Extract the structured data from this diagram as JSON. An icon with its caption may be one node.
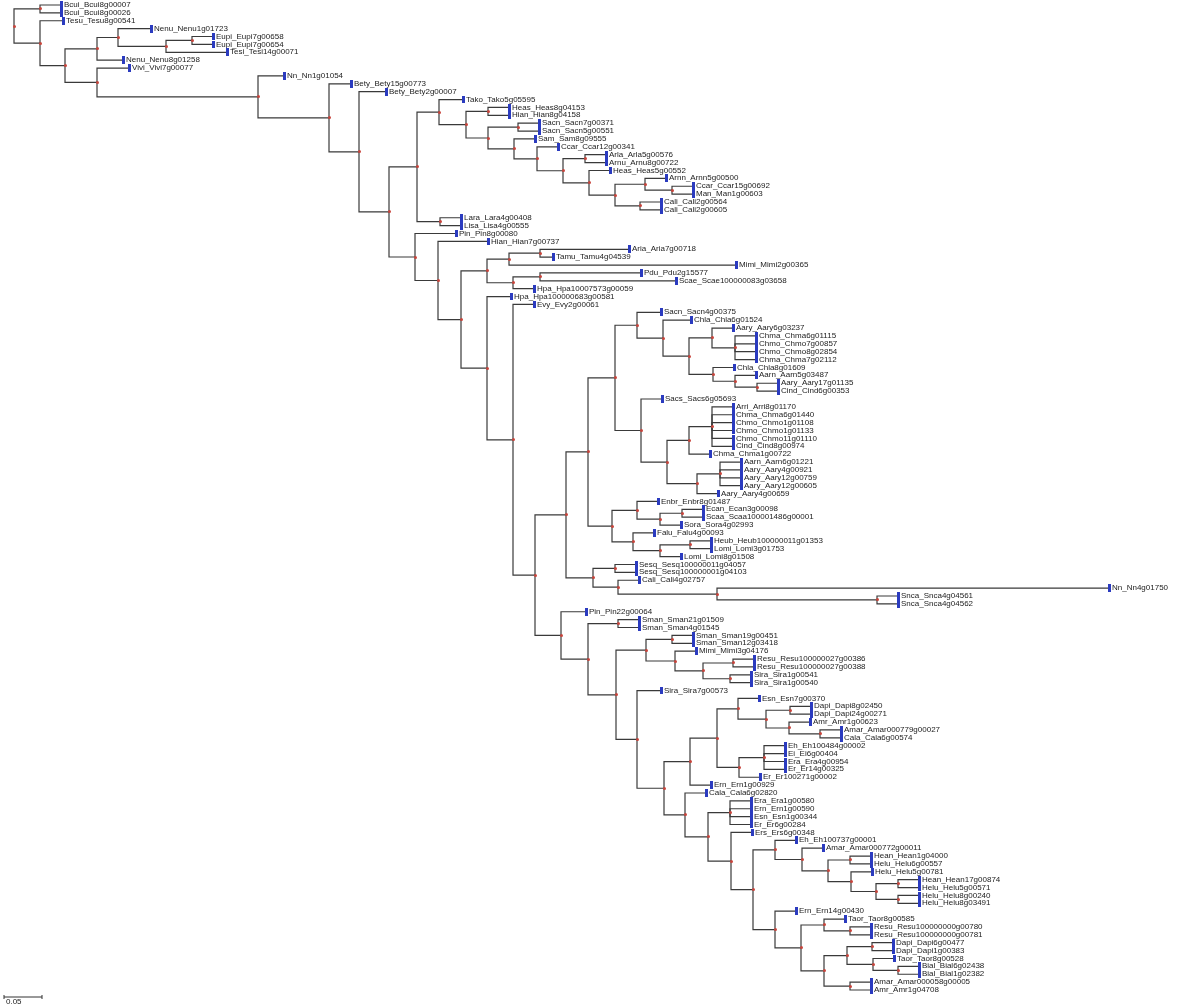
{
  "diagram": {
    "nodes": [
      {
        "text": [],
        "shape": "circle"
      },
      {
        "text": [],
        "shape": "circle"
      },
      {
        "text": [
          "Bcui_Bcui8g00007"
        ]
      },
      {
        "text": [
          "Bcui_Bcui8g00026"
        ]
      },
      {
        "text": [],
        "shape": "circle"
      },
      {
        "text": [
          "Tesu_Tesu8g00541"
        ]
      },
      {
        "text": [],
        "shape": "circle"
      },
      {
        "text": [],
        "shape": "circle"
      },
      {
        "text": [],
        "shape": "circle"
      },
      {
        "text": [
          "Nenu_Nenu1g01723"
        ]
      },
      {
        "text": [],
        "shape": "circle"
      },
      {
        "text": [],
        "shape": "circle"
      },
      {
        "text": [
          "Eupi_Eupi7g00658"
        ]
      },
      {
        "text": [
          "Eupi_Eupi7g00654"
        ]
      },
      {
        "text": [
          "Tesi_Tesi14g00071"
        ]
      },
      {
        "text": [
          "Nenu_Nenu8g01258"
        ]
      },
      {
        "text": [],
        "shape": "circle"
      },
      {
        "text": [
          "Vivi_Vivi7g00077"
        ]
      },
      {
        "text": [],
        "shape": "circle"
      },
      {
        "text": [
          "Nn_Nn1g01054"
        ]
      },
      {
        "text": [],
        "shape": "circle"
      },
      {
        "text": [
          "Bety_Bety15g00773"
        ]
      },
      {
        "text": [],
        "shape": "circle"
      },
      {
        "text": [
          "Bety_Bety2g00007"
        ]
      },
      {
        "text": [],
        "shape": "circle"
      },
      {
        "text": [],
        "shape": "circle"
      },
      {
        "text": [],
        "shape": "circle"
      },
      {
        "text": [
          "Tako_Tako5g05595"
        ]
      },
      {
        "text": [],
        "shape": "circle"
      },
      {
        "text": [],
        "shape": "circle"
      },
      {
        "text": [
          "Heas_Heas8g04153"
        ]
      },
      {
        "text": [
          "Hian_Hian8g04158"
        ]
      },
      {
        "text": [],
        "shape": "circle"
      },
      {
        "text": [],
        "shape": "circle"
      },
      {
        "text": [
          "Sacn_Sacn7g00371"
        ]
      },
      {
        "text": [
          "Sacn_Sacn5g00551"
        ]
      },
      {
        "text": [],
        "shape": "circle"
      },
      {
        "text": [
          "Sam_Sam8g09555"
        ]
      },
      {
        "text": [],
        "shape": "circle"
      },
      {
        "text": [
          "Ccar_Ccar12g00341"
        ]
      },
      {
        "text": [],
        "shape": "circle"
      },
      {
        "text": [],
        "shape": "circle"
      },
      {
        "text": [
          "Arla_Arla5g00576"
        ]
      },
      {
        "text": [
          "Arnu_Arnu8g00722"
        ]
      },
      {
        "text": [],
        "shape": "circle"
      },
      {
        "text": [
          "Heas_Heas5g00552"
        ]
      },
      {
        "text": [],
        "shape": "circle"
      },
      {
        "text": [],
        "shape": "circle"
      },
      {
        "text": [
          "Arnn_Arnn5g00500"
        ]
      },
      {
        "text": [],
        "shape": "circle"
      },
      {
        "text": [
          "Ccar_Ccar15g00692"
        ]
      },
      {
        "text": [
          "Man_Man1g00603"
        ]
      },
      {
        "text": [],
        "shape": "circle"
      },
      {
        "text": [
          "Cali_Cali2g00564"
        ]
      },
      {
        "text": [
          "Cali_Cali2g00605"
        ]
      },
      {
        "text": [],
        "shape": "circle"
      },
      {
        "text": [
          "Lara_Lara4g00408"
        ]
      },
      {
        "text": [
          "Lisa_Lisa4g00555"
        ]
      },
      {
        "text": [],
        "shape": "circle"
      },
      {
        "text": [
          "Pin_Pin8g00080"
        ]
      },
      {
        "text": [],
        "shape": "circle"
      },
      {
        "text": [
          "Hian_Hian7g00737"
        ]
      },
      {
        "text": [],
        "shape": "circle"
      },
      {
        "text": [],
        "shape": "circle"
      },
      {
        "text": [],
        "shape": "circle"
      },
      {
        "text": [],
        "shape": "circle"
      },
      {
        "text": [
          "Aria_Aria7g00718"
        ]
      },
      {
        "text": [
          "Tamu_Tamu4g04539"
        ]
      },
      {
        "text": [
          "Mimi_Mimi2g00365"
        ]
      },
      {
        "text": [],
        "shape": "circle"
      },
      {
        "text": [],
        "shape": "circle"
      },
      {
        "text": [
          "Pdu_Pdu2g15577"
        ]
      },
      {
        "text": [
          "Scae_Scae100000083g03658"
        ]
      },
      {
        "text": [
          "Hpa_Hpa10007573g00059"
        ]
      },
      {
        "text": [],
        "shape": "circle"
      },
      {
        "text": [
          "Hpa_Hpa100000683g00581"
        ]
      },
      {
        "text": [],
        "shape": "circle"
      },
      {
        "text": [
          "Evy_Evy2g00061"
        ]
      },
      {
        "text": [],
        "shape": "circle"
      },
      {
        "text": [],
        "shape": "circle"
      },
      {
        "text": [],
        "shape": "circle"
      },
      {
        "text": [],
        "shape": "circle"
      },
      {
        "text": [],
        "shape": "circle"
      },
      {
        "text": [
          "Sacn_Sacn4g00375"
        ]
      },
      {
        "text": [],
        "shape": "circle"
      },
      {
        "text": [
          "Chla_Chla6g01524"
        ]
      },
      {
        "text": [],
        "shape": "circle"
      },
      {
        "text": [],
        "shape": "circle"
      },
      {
        "text": [
          "Aary_Aary6g03237"
        ]
      },
      {
        "text": [],
        "shape": "circle"
      },
      {
        "text": [
          "Chma_Chma6g01115"
        ]
      },
      {
        "text": [
          "Chmo_Chmo7g00857"
        ]
      },
      {
        "text": [
          "Chmo_Chmo8g02854"
        ]
      },
      {
        "text": [
          "Chma_Chma7g02112"
        ]
      },
      {
        "text": [],
        "shape": "circle"
      },
      {
        "text": [
          "Chla_Chla8g01609"
        ]
      },
      {
        "text": [],
        "shape": "circle"
      },
      {
        "text": [
          "Aarn_Aarn5g03487"
        ]
      },
      {
        "text": [],
        "shape": "circle"
      },
      {
        "text": [
          "Aary_Aary17g01135"
        ]
      },
      {
        "text": [
          "Cind_Cind6g00353"
        ]
      },
      {
        "text": [],
        "shape": "circle"
      },
      {
        "text": [
          "Sacs_Sacs6g05693"
        ]
      },
      {
        "text": [],
        "shape": "circle"
      },
      {
        "text": [],
        "shape": "circle"
      },
      {
        "text": [],
        "shape": "circle"
      },
      {
        "text": [
          "Arri_Arri8g01170"
        ]
      },
      {
        "text": [
          "Chma_Chma6g01440"
        ]
      },
      {
        "text": [
          "Chmo_Chmo1g01108"
        ]
      },
      {
        "text": [
          "Chmo_Chmo1g01133"
        ]
      },
      {
        "text": [
          "Chmo_Chmo11g01110"
        ]
      },
      {
        "text": [
          "Cind_Cind8g00974"
        ]
      },
      {
        "text": [
          "Chma_Chma1g00722"
        ]
      },
      {
        "text": [],
        "shape": "circle"
      },
      {
        "text": [],
        "shape": "circle"
      },
      {
        "text": [
          "Aarn_Aarn6g01221"
        ]
      },
      {
        "text": [
          "Aary_Aary4g00921"
        ]
      },
      {
        "text": [
          "Aary_Aary12g00759"
        ]
      },
      {
        "text": [
          "Aary_Aary12g00605"
        ]
      },
      {
        "text": [
          "Aary_Aary4g00659"
        ]
      },
      {
        "text": [],
        "shape": "circle"
      },
      {
        "text": [],
        "shape": "circle"
      },
      {
        "text": [
          "Enbr_Enbr8g01487"
        ]
      },
      {
        "text": [],
        "shape": "circle"
      },
      {
        "text": [],
        "shape": "circle"
      },
      {
        "text": [
          "Ecan_Ecan3g00098"
        ]
      },
      {
        "text": [
          "Scaa_Scaa100001486g00001"
        ]
      },
      {
        "text": [
          "Sora_Sora4g02993"
        ]
      },
      {
        "text": [],
        "shape": "circle"
      },
      {
        "text": [
          "Falu_Falu4g00093"
        ]
      },
      {
        "text": [],
        "shape": "circle"
      },
      {
        "text": [],
        "shape": "circle"
      },
      {
        "text": [
          "Heub_Heub100000011g01353"
        ]
      },
      {
        "text": [
          "Lomi_Lomi3g01753"
        ]
      },
      {
        "text": [
          "Lomi_Lomi8g01508"
        ]
      },
      {
        "text": [],
        "shape": "circle"
      },
      {
        "text": [],
        "shape": "circle"
      },
      {
        "text": [
          "Sesq_Sesq100000011g04057"
        ]
      },
      {
        "text": [
          "Sesq_Sesq100000001g04103"
        ]
      },
      {
        "text": [],
        "shape": "circle"
      },
      {
        "text": [
          "Cali_Cali4g02757"
        ]
      },
      {
        "text": [],
        "shape": "circle"
      },
      {
        "text": [
          "Nn_Nn4g01750"
        ]
      },
      {
        "text": [],
        "shape": "circle"
      },
      {
        "text": [
          "Snca_Snca4g04561"
        ]
      },
      {
        "text": [
          "Snca_Snca4g04562"
        ]
      },
      {
        "text": [],
        "shape": "circle"
      },
      {
        "text": [
          "Pin_Pin22g00064"
        ]
      },
      {
        "text": [],
        "shape": "circle"
      },
      {
        "text": [],
        "shape": "circle"
      },
      {
        "text": [
          "Sman_Sman21g01509"
        ]
      },
      {
        "text": [
          "Sman_Sman4g01545"
        ]
      },
      {
        "text": [],
        "shape": "circle"
      },
      {
        "text": [],
        "shape": "circle"
      },
      {
        "text": [],
        "shape": "circle"
      },
      {
        "text": [
          "Sman_Sman19g00451"
        ]
      },
      {
        "text": [
          "Sman_Sman12g03418"
        ]
      },
      {
        "text": [],
        "shape": "circle"
      },
      {
        "text": [
          "Mimi_Mimi3g04176"
        ]
      },
      {
        "text": [],
        "shape": "circle"
      },
      {
        "text": [],
        "shape": "circle"
      },
      {
        "text": [
          "Resu_Resu100000027g00386"
        ]
      },
      {
        "text": [
          "Resu_Resu100000027g00388"
        ]
      },
      {
        "text": [],
        "shape": "circle"
      },
      {
        "text": [
          "Sira_Sira1g00541"
        ]
      },
      {
        "text": [
          "Sira_Sira1g00540"
        ]
      },
      {
        "text": [],
        "shape": "circle"
      },
      {
        "text": [
          "Sira_Sira7g00573"
        ]
      },
      {
        "text": [],
        "shape": "circle"
      },
      {
        "text": [],
        "shape": "circle"
      },
      {
        "text": [],
        "shape": "circle"
      },
      {
        "text": [],
        "shape": "circle"
      },
      {
        "text": [
          "Esn_Esn7g00370"
        ]
      },
      {
        "text": [],
        "shape": "circle"
      },
      {
        "text": [],
        "shape": "circle"
      },
      {
        "text": [
          "Dapi_Dapi8g02450"
        ]
      },
      {
        "text": [
          "Dapi_Dapi24g00271"
        ]
      },
      {
        "text": [],
        "shape": "circle"
      },
      {
        "text": [
          "Amr_Amr1g00623"
        ]
      },
      {
        "text": [],
        "shape": "circle"
      },
      {
        "text": [
          "Amar_Amar000779g00027"
        ]
      },
      {
        "text": [
          "Cala_Cala6g00574"
        ]
      },
      {
        "text": [],
        "shape": "circle"
      },
      {
        "text": [],
        "shape": "circle"
      },
      {
        "text": [
          "Eh_Eh100484g00002"
        ]
      },
      {
        "text": [
          "Ei_Ei6g00404"
        ]
      },
      {
        "text": [
          "Era_Era4g00954"
        ]
      },
      {
        "text": [
          "Er_Er14g00325"
        ]
      },
      {
        "text": [
          "Er_Er100271g00002"
        ]
      },
      {
        "text": [
          "Ern_Ern1g00929"
        ]
      },
      {
        "text": [],
        "shape": "circle"
      },
      {
        "text": [
          "Cala_Cala6g02820"
        ]
      },
      {
        "text": [],
        "shape": "circle"
      },
      {
        "text": [],
        "shape": "circle"
      },
      {
        "text": [
          "Era_Era1g00580"
        ]
      },
      {
        "text": [
          "Ern_Ern1g00590"
        ]
      },
      {
        "text": [
          "Esn_Esn1g00344"
        ]
      },
      {
        "text": [
          "Er_Er6g00284"
        ]
      },
      {
        "text": [],
        "shape": "circle"
      },
      {
        "text": [
          "Ers_Ers6g00348"
        ]
      },
      {
        "text": [],
        "shape": "circle"
      },
      {
        "text": [],
        "shape": "circle"
      },
      {
        "text": [
          "Eh_Eh100737g00001"
        ]
      },
      {
        "text": [],
        "shape": "circle"
      },
      {
        "text": [
          "Amar_Amar000772g00011"
        ]
      },
      {
        "text": [],
        "shape": "circle"
      },
      {
        "text": [],
        "shape": "circle"
      },
      {
        "text": [
          "Hean_Hean1g04000"
        ]
      },
      {
        "text": [
          "Helu_Helu6g00557"
        ]
      },
      {
        "text": [],
        "shape": "circle"
      },
      {
        "text": [
          "Helu_Helu5g00781"
        ]
      },
      {
        "text": [],
        "shape": "circle"
      },
      {
        "text": [],
        "shape": "circle"
      },
      {
        "text": [
          "Hean_Hean17g00874"
        ]
      },
      {
        "text": [
          "Helu_Helu5g00571"
        ]
      },
      {
        "text": [],
        "shape": "circle"
      },
      {
        "text": [
          "Helu_Helu8g00240"
        ]
      },
      {
        "text": [
          "Helu_Helu8g03491"
        ]
      },
      {
        "text": [],
        "shape": "circle"
      },
      {
        "text": [
          "Ern_Ern14g00430"
        ]
      },
      {
        "text": [],
        "shape": "circle"
      },
      {
        "text": [],
        "shape": "circle"
      },
      {
        "text": [
          "Taor_Taor8g00585"
        ]
      },
      {
        "text": [],
        "shape": "circle"
      },
      {
        "text": [
          "Resu_Resu100000000g00780"
        ]
      },
      {
        "text": [
          "Resu_Resu100000000g00781"
        ]
      },
      {
        "text": [],
        "shape": "circle"
      },
      {
        "text": [],
        "shape": "circle"
      },
      {
        "text": [],
        "shape": "circle"
      },
      {
        "text": [
          "Dapi_Dapi6g00477"
        ]
      },
      {
        "text": [
          "Dapi_Dapi1g00383"
        ]
      },
      {
        "text": [],
        "shape": "circle"
      },
      {
        "text": [
          "Taor_Taor8g00528"
        ]
      },
      {
        "text": [],
        "shape": "circle"
      },
      {
        "text": [
          "Bial_Bial6g02438"
        ]
      },
      {
        "text": [
          "Bial_Bial1g02382"
        ]
      },
      {
        "text": [],
        "shape": "circle"
      },
      {
        "text": [
          "Amar_Amar000058g00005"
        ]
      },
      {
        "text": [
          "Amr_Amr1g04708"
        ]
      }
    ],
    "edges": [
      {
        "from": 0,
        "to": 1,
        "arrow": "none"
      },
      {
        "from": 1,
        "to": 2,
        "arrow": "none"
      },
      {
        "from": 1,
        "to": 3,
        "arrow": "none"
      },
      {
        "from": 0,
        "to": 4,
        "arrow": "none"
      },
      {
        "from": 4,
        "to": 5,
        "arrow": "none"
      },
      {
        "from": 4,
        "to": 6,
        "arrow": "none"
      },
      {
        "from": 6,
        "to": 7,
        "arrow": "none"
      },
      {
        "from": 7,
        "to": 8,
        "arrow": "none"
      },
      {
        "from": 8,
        "to": 9,
        "arrow": "none"
      },
      {
        "from": 8,
        "to": 10,
        "arrow": "none"
      },
      {
        "from": 10,
        "to": 11,
        "arrow": "none"
      },
      {
        "from": 11,
        "to": 12,
        "arrow": "none"
      },
      {
        "from": 11,
        "to": 13,
        "arrow": "none"
      },
      {
        "from": 10,
        "to": 14,
        "arrow": "none"
      },
      {
        "from": 7,
        "to": 15,
        "arrow": "none"
      },
      {
        "from": 6,
        "to": 16,
        "arrow": "none"
      },
      {
        "from": 16,
        "to": 17,
        "arrow": "none"
      },
      {
        "from": 16,
        "to": 18,
        "arrow": "none"
      },
      {
        "from": 18,
        "to": 19,
        "arrow": "none"
      },
      {
        "from": 18,
        "to": 20,
        "arrow": "none"
      },
      {
        "from": 20,
        "to": 21,
        "arrow": "none"
      },
      {
        "from": 20,
        "to": 22,
        "arrow": "none"
      },
      {
        "from": 22,
        "to": 23,
        "arrow": "none"
      },
      {
        "from": 22,
        "to": 24,
        "arrow": "none"
      },
      {
        "from": 24,
        "to": 25,
        "arrow": "none"
      },
      {
        "from": 25,
        "to": 26,
        "arrow": "none"
      },
      {
        "from": 26,
        "to": 27,
        "arrow": "none"
      },
      {
        "from": 26,
        "to": 28,
        "arrow": "none"
      },
      {
        "from": 28,
        "to": 29,
        "arrow": "none"
      },
      {
        "from": 29,
        "to": 30,
        "arrow": "none"
      },
      {
        "from": 29,
        "to": 31,
        "arrow": "none"
      },
      {
        "from": 28,
        "to": 32,
        "arrow": "none"
      },
      {
        "from": 32,
        "to": 33,
        "arrow": "none"
      },
      {
        "from": 33,
        "to": 34,
        "arrow": "none"
      },
      {
        "from": 33,
        "to": 35,
        "arrow": "none"
      },
      {
        "from": 32,
        "to": 36,
        "arrow": "none"
      },
      {
        "from": 36,
        "to": 37,
        "arrow": "none"
      },
      {
        "from": 36,
        "to": 38,
        "arrow": "none"
      },
      {
        "from": 38,
        "to": 39,
        "arrow": "none"
      },
      {
        "from": 38,
        "to": 40,
        "arrow": "none"
      },
      {
        "from": 40,
        "to": 41,
        "arrow": "none"
      },
      {
        "from": 41,
        "to": 42,
        "arrow": "none"
      },
      {
        "from": 41,
        "to": 43,
        "arrow": "none"
      },
      {
        "from": 40,
        "to": 44,
        "arrow": "none"
      },
      {
        "from": 44,
        "to": 45,
        "arrow": "none"
      },
      {
        "from": 44,
        "to": 46,
        "arrow": "none"
      },
      {
        "from": 46,
        "to": 47,
        "arrow": "none"
      },
      {
        "from": 47,
        "to": 48,
        "arrow": "none"
      },
      {
        "from": 47,
        "to": 49,
        "arrow": "none"
      },
      {
        "from": 49,
        "to": 50,
        "arrow": "none"
      },
      {
        "from": 49,
        "to": 51,
        "arrow": "none"
      },
      {
        "from": 46,
        "to": 52,
        "arrow": "none"
      },
      {
        "from": 52,
        "to": 53,
        "arrow": "none"
      },
      {
        "from": 52,
        "to": 54,
        "arrow": "none"
      },
      {
        "from": 25,
        "to": 55,
        "arrow": "none"
      },
      {
        "from": 55,
        "to": 56,
        "arrow": "none"
      },
      {
        "from": 55,
        "to": 57,
        "arrow": "none"
      },
      {
        "from": 24,
        "to": 58,
        "arrow": "none"
      },
      {
        "from": 58,
        "to": 59,
        "arrow": "none"
      },
      {
        "from": 58,
        "to": 60,
        "arrow": "none"
      },
      {
        "from": 60,
        "to": 61,
        "arrow": "none"
      },
      {
        "from": 60,
        "to": 62,
        "arrow": "none"
      },
      {
        "from": 62,
        "to": 63,
        "arrow": "none"
      },
      {
        "from": 63,
        "to": 64,
        "arrow": "none"
      },
      {
        "from": 64,
        "to": 65,
        "arrow": "none"
      },
      {
        "from": 65,
        "to": 66,
        "arrow": "none"
      },
      {
        "from": 65,
        "to": 67,
        "arrow": "none"
      },
      {
        "from": 64,
        "to": 68,
        "arrow": "none"
      },
      {
        "from": 63,
        "to": 69,
        "arrow": "none"
      },
      {
        "from": 69,
        "to": 70,
        "arrow": "none"
      },
      {
        "from": 70,
        "to": 71,
        "arrow": "none"
      },
      {
        "from": 70,
        "to": 72,
        "arrow": "none"
      },
      {
        "from": 69,
        "to": 73,
        "arrow": "none"
      },
      {
        "from": 62,
        "to": 74,
        "arrow": "none"
      },
      {
        "from": 74,
        "to": 75,
        "arrow": "none"
      },
      {
        "from": 74,
        "to": 76,
        "arrow": "none"
      },
      {
        "from": 76,
        "to": 77,
        "arrow": "none"
      },
      {
        "from": 76,
        "to": 78,
        "arrow": "none"
      },
      {
        "from": 78,
        "to": 79,
        "arrow": "none"
      },
      {
        "from": 79,
        "to": 80,
        "arrow": "none"
      },
      {
        "from": 80,
        "to": 81,
        "arrow": "none"
      },
      {
        "from": 81,
        "to": 82,
        "arrow": "none"
      },
      {
        "from": 82,
        "to": 83,
        "arrow": "none"
      },
      {
        "from": 82,
        "to": 84,
        "arrow": "none"
      },
      {
        "from": 84,
        "to": 85,
        "arrow": "none"
      },
      {
        "from": 84,
        "to": 86,
        "arrow": "none"
      },
      {
        "from": 86,
        "to": 87,
        "arrow": "none"
      },
      {
        "from": 87,
        "to": 88,
        "arrow": "none"
      },
      {
        "from": 87,
        "to": 89,
        "arrow": "none"
      },
      {
        "from": 89,
        "to": 90,
        "arrow": "none"
      },
      {
        "from": 89,
        "to": 91,
        "arrow": "none"
      },
      {
        "from": 89,
        "to": 92,
        "arrow": "none"
      },
      {
        "from": 89,
        "to": 93,
        "arrow": "none"
      },
      {
        "from": 86,
        "to": 94,
        "arrow": "none"
      },
      {
        "from": 94,
        "to": 95,
        "arrow": "none"
      },
      {
        "from": 94,
        "to": 96,
        "arrow": "none"
      },
      {
        "from": 96,
        "to": 97,
        "arrow": "none"
      },
      {
        "from": 96,
        "to": 98,
        "arrow": "none"
      },
      {
        "from": 98,
        "to": 99,
        "arrow": "none"
      },
      {
        "from": 98,
        "to": 100,
        "arrow": "none"
      },
      {
        "from": 81,
        "to": 101,
        "arrow": "none"
      },
      {
        "from": 101,
        "to": 102,
        "arrow": "none"
      },
      {
        "from": 101,
        "to": 103,
        "arrow": "none"
      },
      {
        "from": 103,
        "to": 104,
        "arrow": "none"
      },
      {
        "from": 104,
        "to": 105,
        "arrow": "none"
      },
      {
        "from": 105,
        "to": 106,
        "arrow": "none"
      },
      {
        "from": 105,
        "to": 107,
        "arrow": "none"
      },
      {
        "from": 105,
        "to": 108,
        "arrow": "none"
      },
      {
        "from": 105,
        "to": 109,
        "arrow": "none"
      },
      {
        "from": 105,
        "to": 110,
        "arrow": "none"
      },
      {
        "from": 105,
        "to": 111,
        "arrow": "none"
      },
      {
        "from": 104,
        "to": 112,
        "arrow": "none"
      },
      {
        "from": 103,
        "to": 113,
        "arrow": "none"
      },
      {
        "from": 113,
        "to": 114,
        "arrow": "none"
      },
      {
        "from": 114,
        "to": 115,
        "arrow": "none"
      },
      {
        "from": 114,
        "to": 116,
        "arrow": "none"
      },
      {
        "from": 114,
        "to": 117,
        "arrow": "none"
      },
      {
        "from": 114,
        "to": 118,
        "arrow": "none"
      },
      {
        "from": 113,
        "to": 119,
        "arrow": "none"
      },
      {
        "from": 80,
        "to": 120,
        "arrow": "none"
      },
      {
        "from": 120,
        "to": 121,
        "arrow": "none"
      },
      {
        "from": 121,
        "to": 122,
        "arrow": "none"
      },
      {
        "from": 121,
        "to": 123,
        "arrow": "none"
      },
      {
        "from": 123,
        "to": 124,
        "arrow": "none"
      },
      {
        "from": 124,
        "to": 125,
        "arrow": "none"
      },
      {
        "from": 124,
        "to": 126,
        "arrow": "none"
      },
      {
        "from": 123,
        "to": 127,
        "arrow": "none"
      },
      {
        "from": 120,
        "to": 128,
        "arrow": "none"
      },
      {
        "from": 128,
        "to": 129,
        "arrow": "none"
      },
      {
        "from": 128,
        "to": 130,
        "arrow": "none"
      },
      {
        "from": 130,
        "to": 131,
        "arrow": "none"
      },
      {
        "from": 131,
        "to": 132,
        "arrow": "none"
      },
      {
        "from": 131,
        "to": 133,
        "arrow": "none"
      },
      {
        "from": 130,
        "to": 134,
        "arrow": "none"
      },
      {
        "from": 79,
        "to": 135,
        "arrow": "none"
      },
      {
        "from": 135,
        "to": 136,
        "arrow": "none"
      },
      {
        "from": 136,
        "to": 137,
        "arrow": "none"
      },
      {
        "from": 136,
        "to": 138,
        "arrow": "none"
      },
      {
        "from": 135,
        "to": 139,
        "arrow": "none"
      },
      {
        "from": 139,
        "to": 140,
        "arrow": "none"
      },
      {
        "from": 139,
        "to": 141,
        "arrow": "none"
      },
      {
        "from": 141,
        "to": 142,
        "arrow": "none"
      },
      {
        "from": 141,
        "to": 143,
        "arrow": "none"
      },
      {
        "from": 143,
        "to": 144,
        "arrow": "none"
      },
      {
        "from": 143,
        "to": 145,
        "arrow": "none"
      },
      {
        "from": 78,
        "to": 146,
        "arrow": "none"
      },
      {
        "from": 146,
        "to": 147,
        "arrow": "none"
      },
      {
        "from": 146,
        "to": 148,
        "arrow": "none"
      },
      {
        "from": 148,
        "to": 149,
        "arrow": "none"
      },
      {
        "from": 149,
        "to": 150,
        "arrow": "none"
      },
      {
        "from": 149,
        "to": 151,
        "arrow": "none"
      },
      {
        "from": 148,
        "to": 152,
        "arrow": "none"
      },
      {
        "from": 152,
        "to": 153,
        "arrow": "none"
      },
      {
        "from": 153,
        "to": 154,
        "arrow": "none"
      },
      {
        "from": 154,
        "to": 155,
        "arrow": "none"
      },
      {
        "from": 154,
        "to": 156,
        "arrow": "none"
      },
      {
        "from": 153,
        "to": 157,
        "arrow": "none"
      },
      {
        "from": 157,
        "to": 158,
        "arrow": "none"
      },
      {
        "from": 157,
        "to": 159,
        "arrow": "none"
      },
      {
        "from": 159,
        "to": 160,
        "arrow": "none"
      },
      {
        "from": 160,
        "to": 161,
        "arrow": "none"
      },
      {
        "from": 160,
        "to": 162,
        "arrow": "none"
      },
      {
        "from": 159,
        "to": 163,
        "arrow": "none"
      },
      {
        "from": 163,
        "to": 164,
        "arrow": "none"
      },
      {
        "from": 163,
        "to": 165,
        "arrow": "none"
      },
      {
        "from": 152,
        "to": 166,
        "arrow": "none"
      },
      {
        "from": 166,
        "to": 167,
        "arrow": "none"
      },
      {
        "from": 166,
        "to": 168,
        "arrow": "none"
      },
      {
        "from": 168,
        "to": 169,
        "arrow": "none"
      },
      {
        "from": 169,
        "to": 170,
        "arrow": "none"
      },
      {
        "from": 170,
        "to": 171,
        "arrow": "none"
      },
      {
        "from": 171,
        "to": 172,
        "arrow": "none"
      },
      {
        "from": 171,
        "to": 173,
        "arrow": "none"
      },
      {
        "from": 173,
        "to": 174,
        "arrow": "none"
      },
      {
        "from": 174,
        "to": 175,
        "arrow": "none"
      },
      {
        "from": 174,
        "to": 176,
        "arrow": "none"
      },
      {
        "from": 173,
        "to": 177,
        "arrow": "none"
      },
      {
        "from": 177,
        "to": 178,
        "arrow": "none"
      },
      {
        "from": 177,
        "to": 179,
        "arrow": "none"
      },
      {
        "from": 179,
        "to": 180,
        "arrow": "none"
      },
      {
        "from": 179,
        "to": 181,
        "arrow": "none"
      },
      {
        "from": 170,
        "to": 182,
        "arrow": "none"
      },
      {
        "from": 182,
        "to": 183,
        "arrow": "none"
      },
      {
        "from": 183,
        "to": 184,
        "arrow": "none"
      },
      {
        "from": 183,
        "to": 185,
        "arrow": "none"
      },
      {
        "from": 183,
        "to": 186,
        "arrow": "none"
      },
      {
        "from": 183,
        "to": 187,
        "arrow": "none"
      },
      {
        "from": 182,
        "to": 188,
        "arrow": "none"
      },
      {
        "from": 169,
        "to": 189,
        "arrow": "none"
      },
      {
        "from": 168,
        "to": 190,
        "arrow": "none"
      },
      {
        "from": 190,
        "to": 191,
        "arrow": "none"
      },
      {
        "from": 190,
        "to": 192,
        "arrow": "none"
      },
      {
        "from": 192,
        "to": 193,
        "arrow": "none"
      },
      {
        "from": 193,
        "to": 194,
        "arrow": "none"
      },
      {
        "from": 193,
        "to": 195,
        "arrow": "none"
      },
      {
        "from": 193,
        "to": 196,
        "arrow": "none"
      },
      {
        "from": 193,
        "to": 197,
        "arrow": "none"
      },
      {
        "from": 192,
        "to": 198,
        "arrow": "none"
      },
      {
        "from": 198,
        "to": 199,
        "arrow": "none"
      },
      {
        "from": 198,
        "to": 200,
        "arrow": "none"
      },
      {
        "from": 200,
        "to": 201,
        "arrow": "none"
      },
      {
        "from": 201,
        "to": 202,
        "arrow": "none"
      },
      {
        "from": 201,
        "to": 203,
        "arrow": "none"
      },
      {
        "from": 203,
        "to": 204,
        "arrow": "none"
      },
      {
        "from": 203,
        "to": 205,
        "arrow": "none"
      },
      {
        "from": 205,
        "to": 206,
        "arrow": "none"
      },
      {
        "from": 206,
        "to": 207,
        "arrow": "none"
      },
      {
        "from": 206,
        "to": 208,
        "arrow": "none"
      },
      {
        "from": 205,
        "to": 209,
        "arrow": "none"
      },
      {
        "from": 209,
        "to": 210,
        "arrow": "none"
      },
      {
        "from": 209,
        "to": 211,
        "arrow": "none"
      },
      {
        "from": 211,
        "to": 212,
        "arrow": "none"
      },
      {
        "from": 212,
        "to": 213,
        "arrow": "none"
      },
      {
        "from": 212,
        "to": 214,
        "arrow": "none"
      },
      {
        "from": 211,
        "to": 215,
        "arrow": "none"
      },
      {
        "from": 215,
        "to": 216,
        "arrow": "none"
      },
      {
        "from": 215,
        "to": 217,
        "arrow": "none"
      },
      {
        "from": 200,
        "to": 218,
        "arrow": "none"
      },
      {
        "from": 218,
        "to": 219,
        "arrow": "none"
      },
      {
        "from": 218,
        "to": 220,
        "arrow": "none"
      },
      {
        "from": 220,
        "to": 221,
        "arrow": "none"
      },
      {
        "from": 221,
        "to": 222,
        "arrow": "none"
      },
      {
        "from": 221,
        "to": 223,
        "arrow": "none"
      },
      {
        "from": 223,
        "to": 224,
        "arrow": "none"
      },
      {
        "from": 223,
        "to": 225,
        "arrow": "none"
      },
      {
        "from": 220,
        "to": 226,
        "arrow": "none"
      },
      {
        "from": 226,
        "to": 227,
        "arrow": "none"
      },
      {
        "from": 227,
        "to": 228,
        "arrow": "none"
      },
      {
        "from": 228,
        "to": 229,
        "arrow": "none"
      },
      {
        "from": 228,
        "to": 230,
        "arrow": "none"
      },
      {
        "from": 227,
        "to": 231,
        "arrow": "none"
      },
      {
        "from": 231,
        "to": 232,
        "arrow": "none"
      },
      {
        "from": 231,
        "to": 233,
        "arrow": "none"
      },
      {
        "from": 233,
        "to": 234,
        "arrow": "none"
      },
      {
        "from": 233,
        "to": 235,
        "arrow": "none"
      },
      {
        "from": 226,
        "to": 236,
        "arrow": "none"
      },
      {
        "from": 236,
        "to": 237,
        "arrow": "none"
      },
      {
        "from": 236,
        "to": 238,
        "arrow": "none"
      }
    ],
    "labels": [
      "0.05"
    ]
  }
}
